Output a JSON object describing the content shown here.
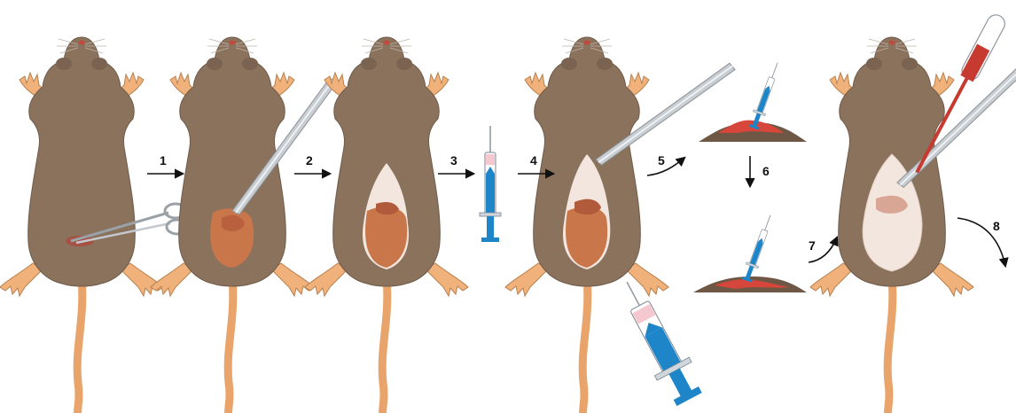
{
  "steps": [
    {
      "id": "1",
      "label": "1"
    },
    {
      "id": "2",
      "label": "2"
    },
    {
      "id": "3",
      "label": "3"
    },
    {
      "id": "4",
      "label": "4"
    },
    {
      "id": "5",
      "label": "5"
    },
    {
      "id": "6",
      "label": "6"
    },
    {
      "id": "7",
      "label": "7"
    },
    {
      "id": "8",
      "label": "8"
    }
  ],
  "colors": {
    "fur": "#8a725d",
    "fur_dark": "#6f5b49",
    "skin": "#f0b27a",
    "tail": "#e8a46a",
    "tissue": "#c9774a",
    "tissue_light": "#f3e6de",
    "blood": "#c73a2f",
    "syringe_blue": "#1e86c8",
    "steel": "#c8cdd2",
    "arrow": "#111111"
  },
  "icons": [
    "mouse-icon",
    "forceps-icon",
    "scissors-icon",
    "syringe-icon",
    "tissue-dish-icon",
    "tube-icon",
    "arrow-icon"
  ]
}
